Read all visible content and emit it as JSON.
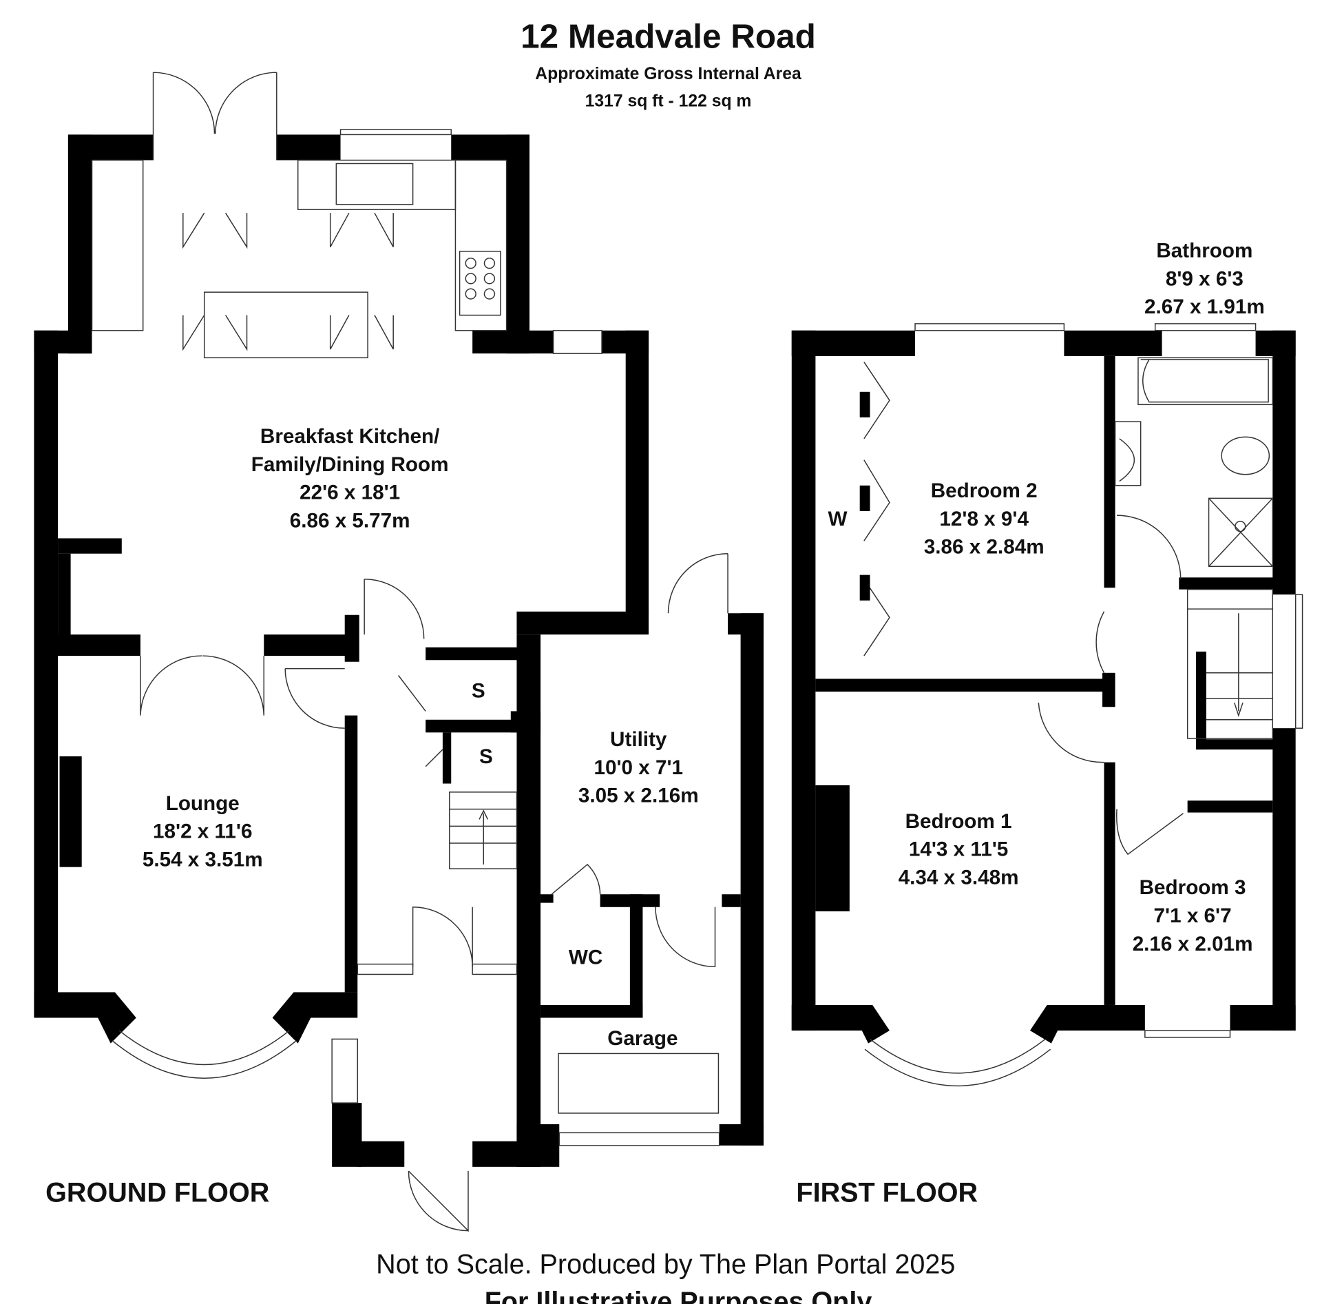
{
  "header": {
    "title": "12 Meadvale Road",
    "subtitle": "Approximate Gross Internal Area",
    "area": "1317 sq ft - 122 sq m"
  },
  "ground_floor": {
    "label": "GROUND FLOOR",
    "kitchen": {
      "name1": "Breakfast Kitchen/",
      "name2": "Family/Dining Room",
      "imperial": "22'6 x 18'1",
      "metric": "6.86 x 5.77m"
    },
    "lounge": {
      "name": "Lounge",
      "imperial": "18'2 x 11'6",
      "metric": "5.54 x 3.51m"
    },
    "utility": {
      "name": "Utility",
      "imperial": "10'0 x 7'1",
      "metric": "3.05 x 2.16m"
    },
    "store1": "S",
    "store2": "S",
    "wc": "WC",
    "garage": "Garage"
  },
  "first_floor": {
    "label": "FIRST FLOOR",
    "bedroom2": {
      "name": "Bedroom 2",
      "imperial": "12'8 x 9'4",
      "metric": "3.86 x 2.84m"
    },
    "wardrobe": "W",
    "bathroom": {
      "name": "Bathroom",
      "imperial": "8'9 x 6'3",
      "metric": "2.67 x 1.91m"
    },
    "bedroom1": {
      "name": "Bedroom 1",
      "imperial": "14'3 x 11'5",
      "metric": "4.34 x 3.48m"
    },
    "bedroom3": {
      "name": "Bedroom 3",
      "imperial": "7'1 x 6'7",
      "metric": "2.16 x 2.01m"
    }
  },
  "footer": {
    "line1": "Not to Scale. Produced by The Plan Portal 2025",
    "line2": "For Illustrative Purposes Only."
  }
}
